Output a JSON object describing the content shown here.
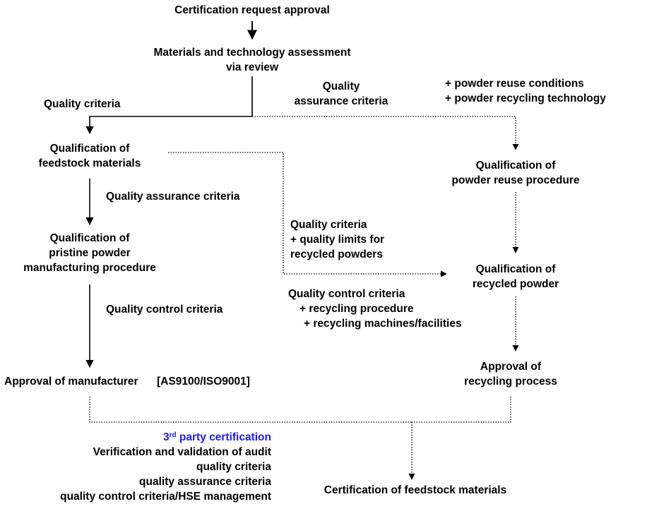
{
  "nodes": {
    "certification_request": "Certification request approval",
    "assessment": [
      "Materials and technology assessment",
      "via review"
    ],
    "feedstock": [
      "Qualification of",
      "feedstock materials"
    ],
    "powder_reuse": [
      "Qualification of",
      "powder reuse procedure"
    ],
    "pristine_powder": [
      "Qualification of",
      "pristine powder",
      "manufacturing procedure"
    ],
    "recycled_powder": [
      "Qualification of",
      "recycled powder"
    ],
    "manufacturer_approval": "Approval of manufacturer",
    "manufacturer_standard": "[AS9100/ISO9001]",
    "recycling_approval": [
      "Approval of",
      "recycling process"
    ],
    "certification_feedstock": "Certification of feedstock materials"
  },
  "edge_labels": {
    "quality_criteria": "Quality criteria",
    "quality_assurance_top": [
      "Quality",
      "assurance criteria"
    ],
    "powder_reuse_notes": [
      "+ powder reuse conditions",
      "+ powder recycling technology"
    ],
    "quality_assurance_left": "Quality assurance criteria",
    "recycled_limits": [
      "Quality criteria",
      "+ quality limits for",
      "recycled powders"
    ],
    "quality_control_left": "Quality control criteria",
    "quality_control_right": [
      "Quality control criteria",
      "+ recycling procedure",
      "+ recycling machines/facilities"
    ]
  },
  "third_party": {
    "title_number": "3",
    "title_suffix": "rd",
    "title_rest": " party certification",
    "lines": [
      "Verification and validation of audit",
      "quality criteria",
      "quality assurance criteria",
      "quality control criteria/HSE management"
    ]
  },
  "colors": {
    "text": "#000000",
    "highlight": "#1a1aff",
    "background": "#ffffff"
  },
  "edge_styles": {
    "solid": "pristine material path",
    "dotted": "recycled material path"
  }
}
